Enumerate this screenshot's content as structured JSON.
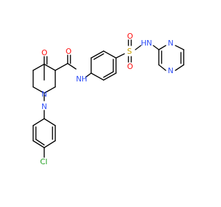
{
  "molecule": {
    "atom_labels": {
      "oxygen_ketone": "O",
      "oxygen_amide": "O",
      "amide_nh": "N",
      "amide_h": "H",
      "sulfur": "S",
      "sulfonyl_o_top": "O",
      "sulfonyl_o_bottom": "O",
      "sulfonamide_n": "N",
      "sulfonamide_h": "H",
      "pyrimidine_n_top": "N",
      "pyrimidine_n_bottom": "N",
      "pyridazine_n1": "N",
      "pyridazine_n2": "N",
      "chlorine": "Cl"
    },
    "colors": {
      "bond": "#000000",
      "oxygen": "#ff0d0d",
      "nitrogen": "#3050f8",
      "sulfur": "#c8a000",
      "chlorine": "#1fa01f"
    }
  }
}
